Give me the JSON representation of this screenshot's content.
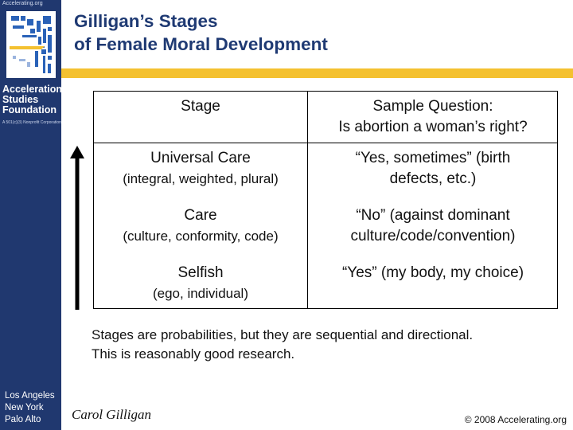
{
  "sidebar": {
    "url": "Accelerating.org",
    "org_lines": [
      "Acceleration",
      "Studies",
      "Foundation"
    ],
    "tiny_text": "A 501(c)(3) Nonprofit Corporation",
    "cities": [
      "Los Angeles",
      "New York",
      "Palo Alto"
    ]
  },
  "title": {
    "line1": "Gilligan’s Stages",
    "line2": "of Female Moral Development"
  },
  "table": {
    "header": {
      "stage": "Stage",
      "question_label": "Sample Question:",
      "question_text": "Is abortion a woman’s right?"
    },
    "rows": [
      {
        "stage": "Universal Care",
        "detail": "(integral, weighted, plural)",
        "answer_line1": "“Yes, sometimes” (birth",
        "answer_line2": "defects, etc.)"
      },
      {
        "stage": "Care",
        "detail": "(culture, conformity, code)",
        "answer_line1": "“No” (against dominant",
        "answer_line2": "culture/code/convention)"
      },
      {
        "stage": "Selfish",
        "detail": "(ego, individual)",
        "answer_line1": "“Yes” (my body, my choice)",
        "answer_line2": ""
      }
    ]
  },
  "notes": {
    "line1": "Stages are probabilities, but they are sequential and directional.",
    "line2": "This is reasonably good research."
  },
  "signature": "Carol Gilligan",
  "copyright": "© 2008 Accelerating.org",
  "colors": {
    "sidebar": "#20386f",
    "title": "#1f3a73",
    "gold_bar": "#f4c130"
  }
}
